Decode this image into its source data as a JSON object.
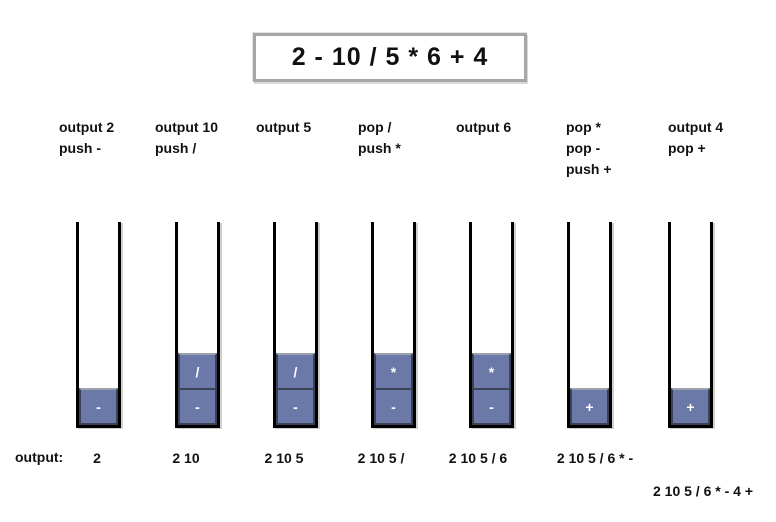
{
  "title": "2 - 10 / 5 * 6 + 4",
  "output_label": "output:",
  "columns": [
    {
      "actions": "output 2\npush -",
      "stack": [
        "-"
      ],
      "output": "2"
    },
    {
      "actions": "output 10\npush /",
      "stack": [
        "/",
        "-"
      ],
      "output": "2 10"
    },
    {
      "actions": "output 5",
      "stack": [
        "/",
        "-"
      ],
      "output": "2 10 5"
    },
    {
      "actions": "pop /\npush *",
      "stack": [
        "*",
        "-"
      ],
      "output": "2 10 5 /"
    },
    {
      "actions": "output 6",
      "stack": [
        "*",
        "-"
      ],
      "output": "2 10 5 / 6"
    },
    {
      "actions": "pop *\npop -\npush +",
      "stack": [
        "+"
      ],
      "output": "2 10 5 / 6 * -"
    },
    {
      "actions": "output 4\npop +",
      "stack": [
        "+"
      ],
      "output": "2 10 5 / 6 * - 4 +"
    }
  ],
  "colors": {
    "cell_fill": "#6b79a8",
    "cell_border": "#3c4254",
    "stack_border": "#000000",
    "box_border": "#a6a6a6"
  }
}
